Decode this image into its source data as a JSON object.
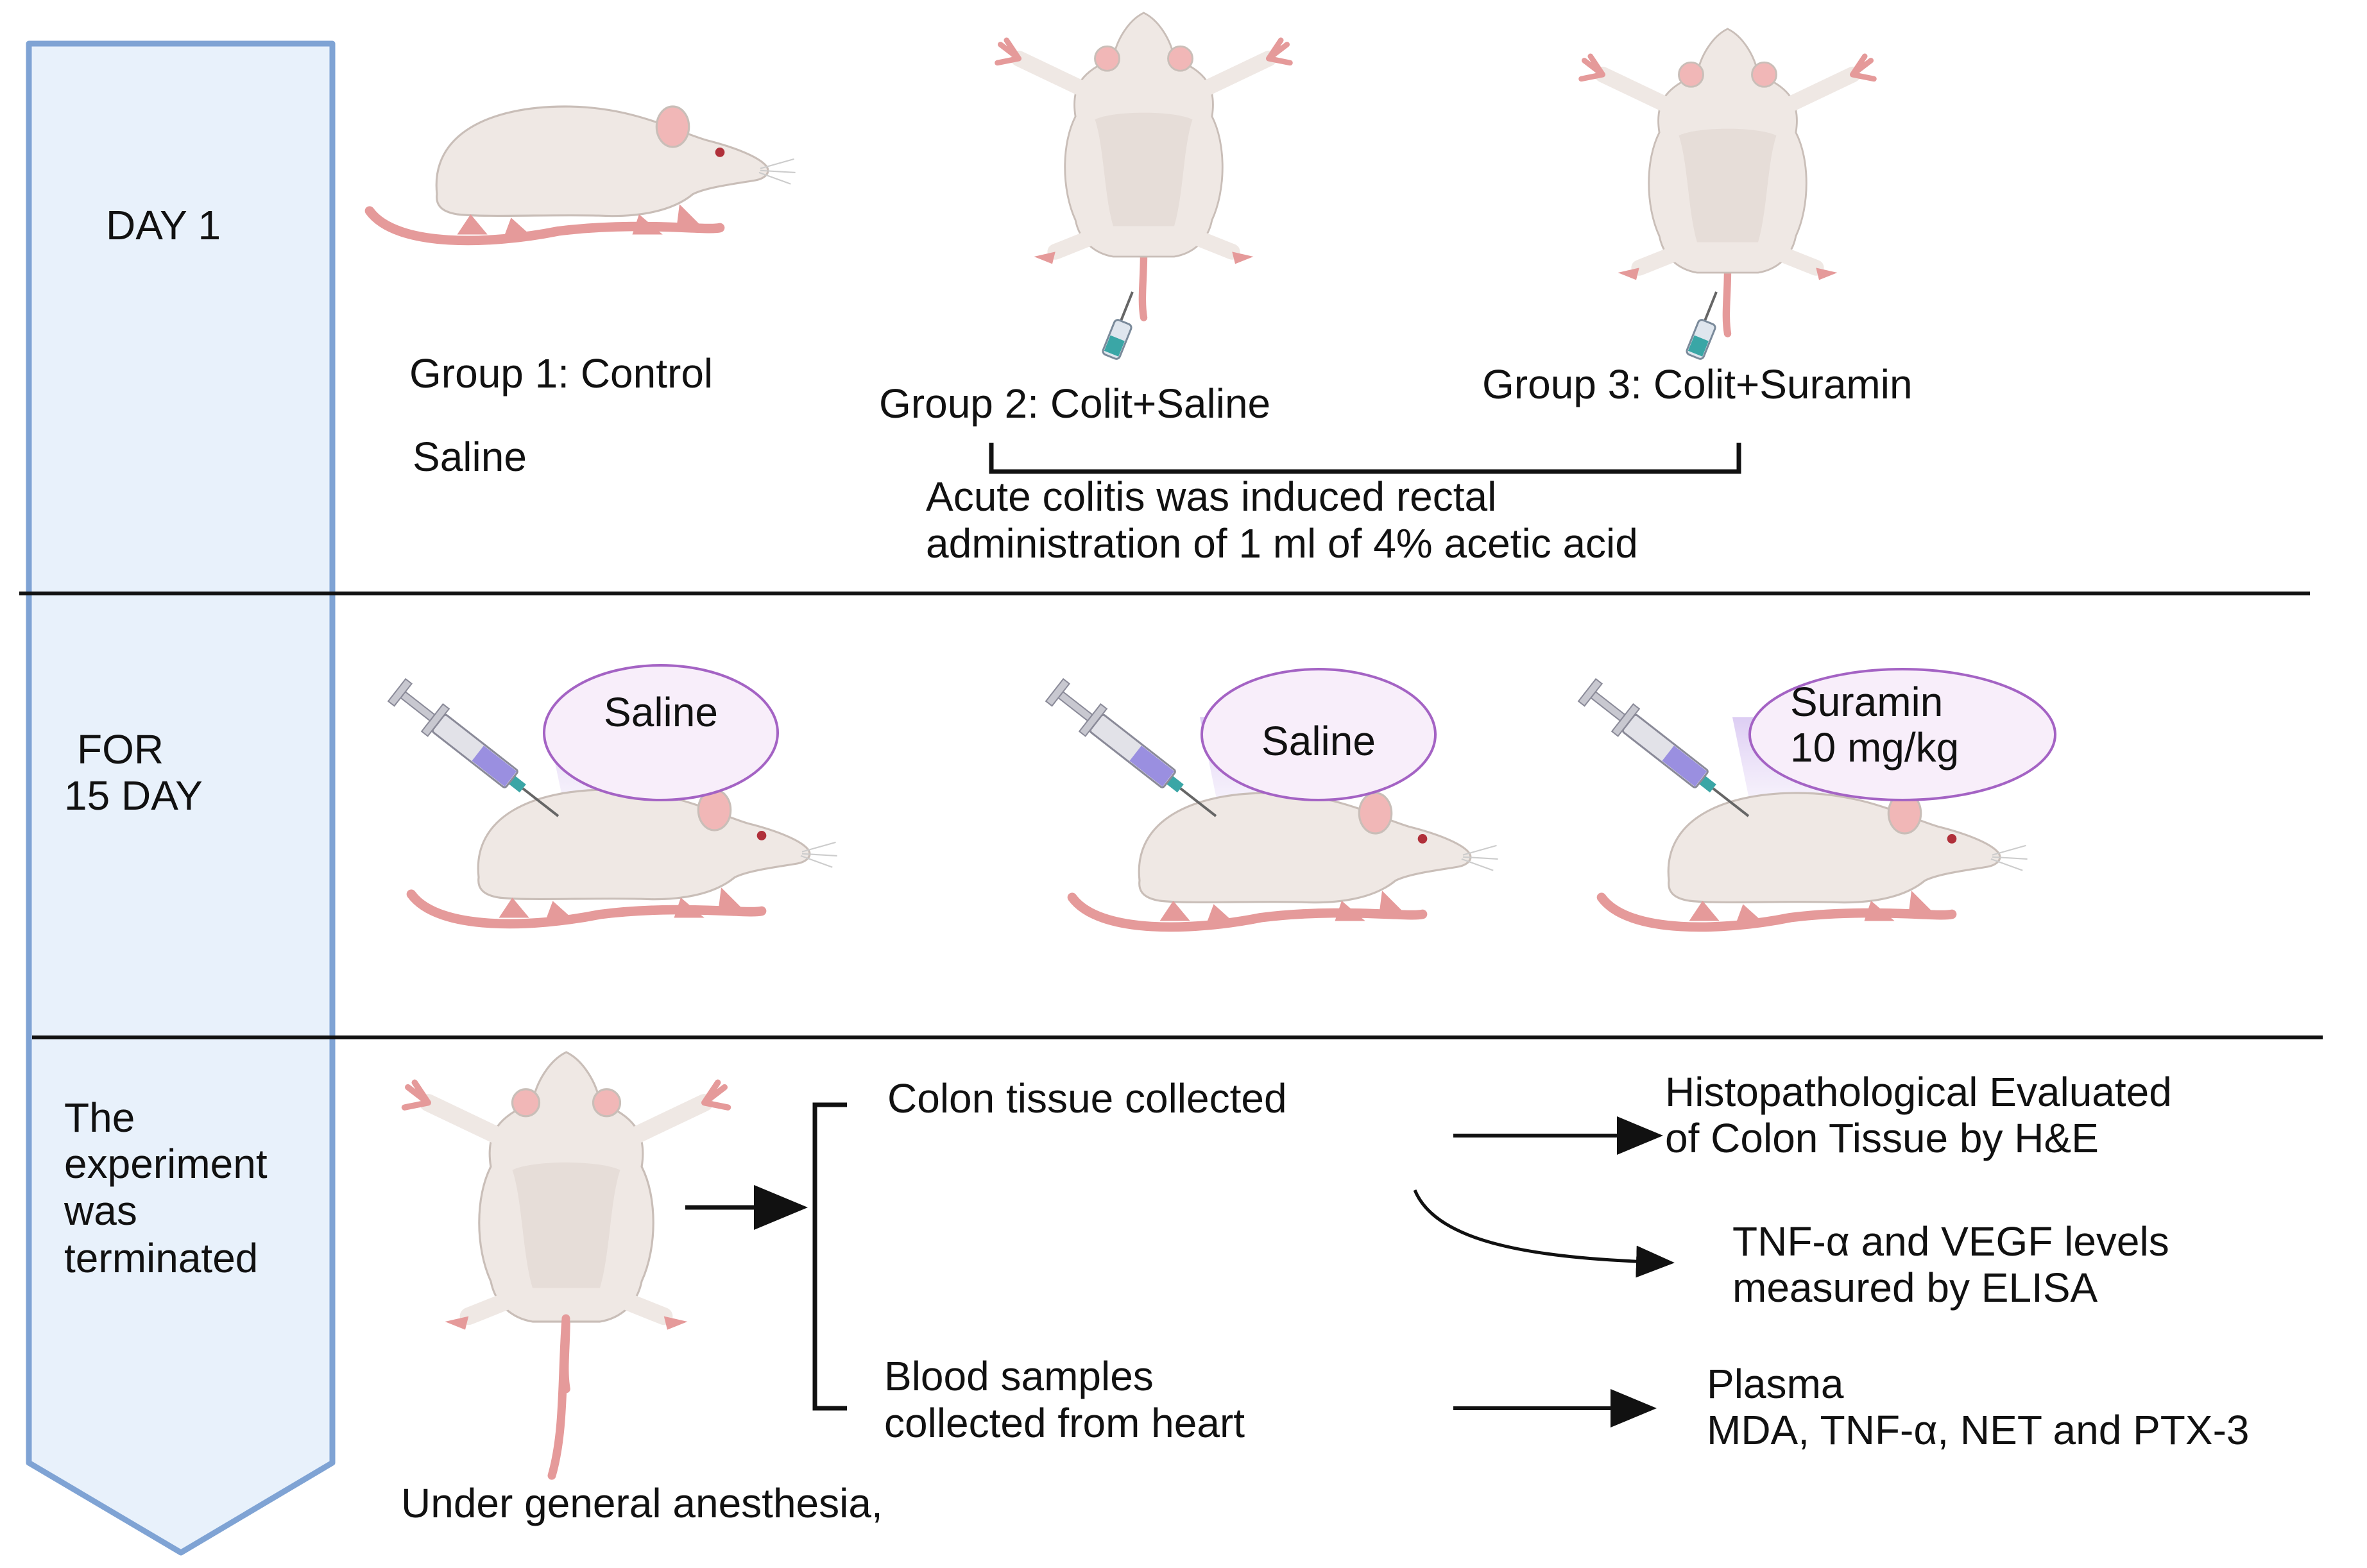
{
  "timeline": {
    "stage1": "DAY 1",
    "stage2_line1": "FOR",
    "stage2_line2": "15 DAY",
    "stage3_line1": "The",
    "stage3_line2": "experiment",
    "stage3_line3": "was",
    "stage3_line4": "terminated"
  },
  "day1": {
    "group1": "Group 1: Control",
    "group1_treatment": "Saline",
    "group2": "Group 2: Colit+Saline",
    "group3": "Group 3: Colit+Suramin",
    "induction_line1": "Acute colitis was induced rectal",
    "induction_line2": "administration of 1 ml of 4% acetic acid"
  },
  "treatment": {
    "bubble1": "Saline",
    "bubble2": "Saline",
    "bubble3_line1": "Suramin",
    "bubble3_line2": "10 mg/kg"
  },
  "termination": {
    "anesthesia": "Under general anesthesia,",
    "colon": "Colon tissue collected",
    "blood_line1": "Blood samples",
    "blood_line2": "collected from  heart",
    "histo_line1": "Histopathological Evaluated",
    "histo_line2": "of Colon Tissue  by H&E",
    "elisa_line1": "TNF-α and VEGF levels",
    "elisa_line2": "measured by ELISA",
    "plasma_line1": "Plasma",
    "plasma_line2": "MDA, TNF-α, NET and PTX-3"
  },
  "colors": {
    "timeline_fill": "#e8f1fb",
    "timeline_border": "#7fa3d4",
    "rat_body": "#efe8e4",
    "rat_tail": "#e59a9a",
    "bubble_fill": "#f8eefa",
    "bubble_border": "#a463c4"
  }
}
